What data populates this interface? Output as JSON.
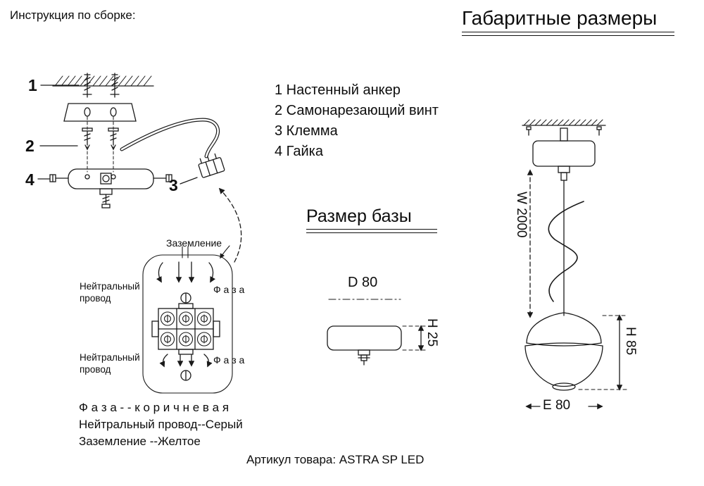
{
  "header": {
    "instructions_title": "Инструкция по сборке:",
    "dimensions_title": "Габаритные размеры"
  },
  "assembly": {
    "callouts": {
      "n1": "1",
      "n2": "2",
      "n3": "3",
      "n4": "4"
    },
    "parts_list": [
      "1 Настенный анкер",
      "2 Самонарезающий винт",
      "3 Клемма",
      "4 Гайка"
    ]
  },
  "base": {
    "section_title": "Размер базы",
    "diameter_label": "D 80",
    "height_label": "H 25"
  },
  "lamp": {
    "wire_length_label": "W 2000",
    "shade_height_label": "H 85",
    "shade_width_label": "E 80"
  },
  "wiring": {
    "ground_label": "Заземление",
    "neutral_top_line1": "Нейтральный",
    "neutral_top_line2": "провод",
    "neutral_bottom_line1": "Нейтральный",
    "neutral_bottom_line2": "провод",
    "phase_label_top": "Ф а з а",
    "phase_label_bottom": "Ф а з а"
  },
  "legend": {
    "phase": "Ф а з а - - к о р и ч н е в а я",
    "neutral": "Нейтральный провод--Серый",
    "ground": "Заземление --Желтое"
  },
  "footer": {
    "sku": "Артикул товара: ASTRA SP LED"
  },
  "colors": {
    "line": "#1a1a1a",
    "text": "#0d0d0d"
  }
}
